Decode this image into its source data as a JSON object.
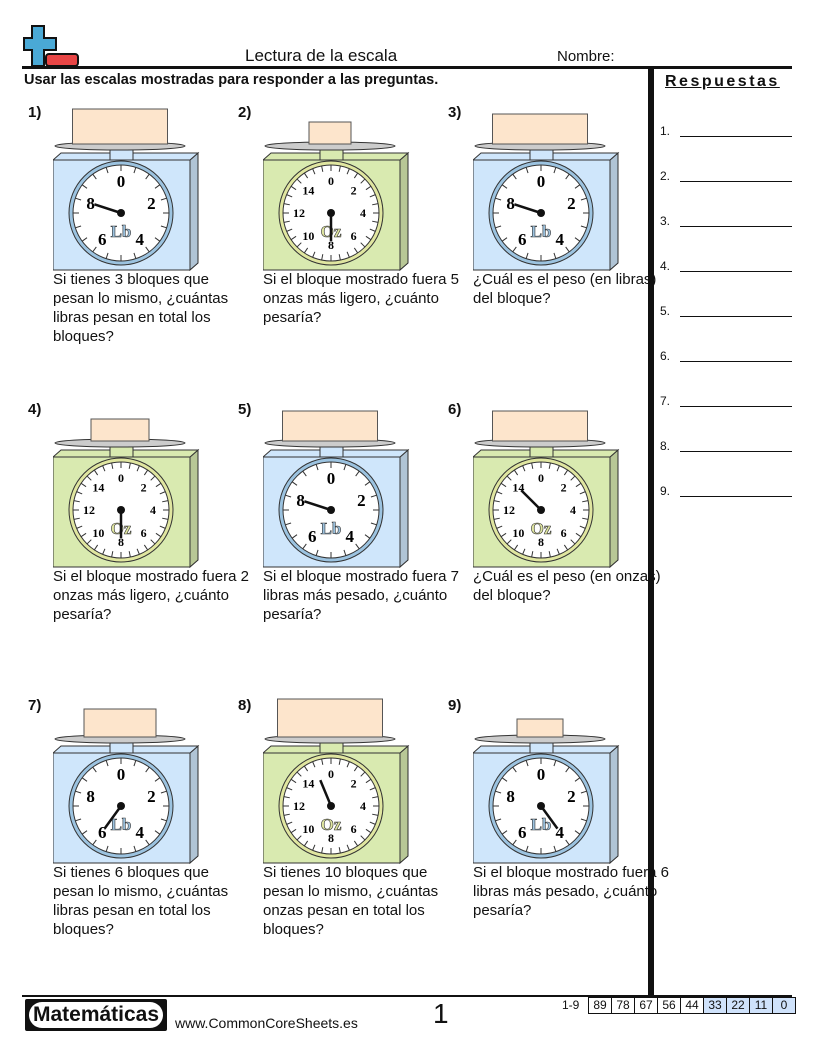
{
  "header": {
    "title": "Lectura de la escala",
    "name_label": "Nombre:",
    "instructions": "Usar las escalas mostradas para responder a las preguntas."
  },
  "answers": {
    "title": "Respuestas",
    "items": [
      "1.",
      "2.",
      "3.",
      "4.",
      "5.",
      "6.",
      "7.",
      "8.",
      "9."
    ]
  },
  "colors": {
    "lb_body": "#cfe6fb",
    "oz_body": "#d9eab0",
    "block": "#fde5cc"
  },
  "scales": {
    "lb": {
      "unit": "Lb",
      "ticks": [
        "0",
        "2",
        "4",
        "6",
        "8"
      ],
      "max": 10
    },
    "oz": {
      "unit": "Oz",
      "ticks": [
        "0",
        "2",
        "4",
        "6",
        "8",
        "10",
        "12",
        "14"
      ],
      "max": 16
    }
  },
  "questions": [
    {
      "num": "1)",
      "type": "lb",
      "reading": 8,
      "text": "Si tienes 3 bloques que pesan lo mismo, ¿cuántas libras pesan en total los bloques?"
    },
    {
      "num": "2)",
      "type": "oz",
      "reading": 8,
      "text": "Si el bloque mostrado fuera 5 onzas más ligero, ¿cuánto pesaría?"
    },
    {
      "num": "3)",
      "type": "lb",
      "reading": 8,
      "text": "¿Cuál es el peso (en libras) del bloque?"
    },
    {
      "num": "4)",
      "type": "oz",
      "reading": 8,
      "text": "Si el bloque mostrado fuera 2 onzas más ligero, ¿cuánto pesaría?"
    },
    {
      "num": "5)",
      "type": "lb",
      "reading": 8,
      "text": "Si el bloque mostrado fuera 7 libras más pesado, ¿cuánto pesaría?"
    },
    {
      "num": "6)",
      "type": "oz",
      "reading": 14,
      "text": "¿Cuál es el peso (en onzas) del bloque?"
    },
    {
      "num": "7)",
      "type": "lb",
      "reading": 6,
      "text": "Si tienes 6 bloques que pesan lo mismo, ¿cuántas libras pesan en total los bloques?"
    },
    {
      "num": "8)",
      "type": "oz",
      "reading": 15,
      "text": "Si tienes 10 bloques que pesan lo mismo, ¿cuántas onzas pesan en total los bloques?"
    },
    {
      "num": "9)",
      "type": "lb",
      "reading": 4,
      "text": "Si el bloque mostrado fuera 6 libras más pesado, ¿cuánto pesaría?"
    }
  ],
  "footer": {
    "brand": "Matemáticas",
    "website": "www.CommonCoreSheets.es",
    "page": "1",
    "range": "1-9",
    "scores": [
      "89",
      "78",
      "67",
      "56",
      "44",
      "33",
      "22",
      "11",
      "0"
    ]
  }
}
